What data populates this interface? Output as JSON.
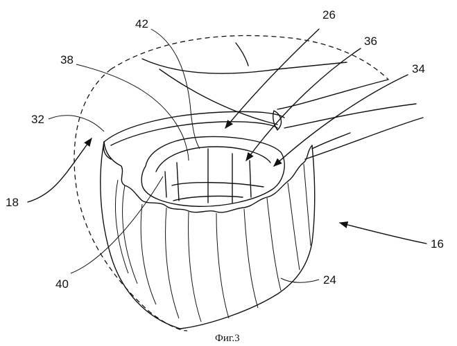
{
  "caption": "Фиг.3",
  "labels": {
    "l16": "16",
    "l18": "18",
    "l24": "24",
    "l26": "26",
    "l32": "32",
    "l34": "34",
    "l36": "36",
    "l38": "38",
    "l40": "40",
    "l42": "42"
  }
}
